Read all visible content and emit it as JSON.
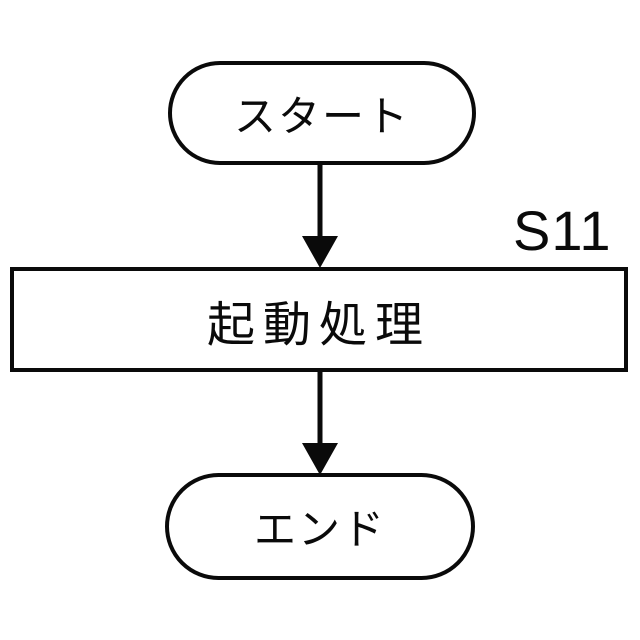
{
  "figure": {
    "background_color": "#ffffff",
    "stroke_color": "#0a0a0a",
    "type": "flowchart",
    "nodes": {
      "start": {
        "label": "スタート",
        "shape": "terminal"
      },
      "process": {
        "label": "起動処理",
        "step_label": "S11",
        "shape": "process"
      },
      "end": {
        "label": "エンド",
        "shape": "terminal"
      }
    },
    "edges": [
      {
        "from": "start",
        "to": "process",
        "direction": "down",
        "arrowhead": "filled-triangle"
      },
      {
        "from": "process",
        "to": "end",
        "direction": "down",
        "arrowhead": "filled-triangle"
      }
    ]
  }
}
